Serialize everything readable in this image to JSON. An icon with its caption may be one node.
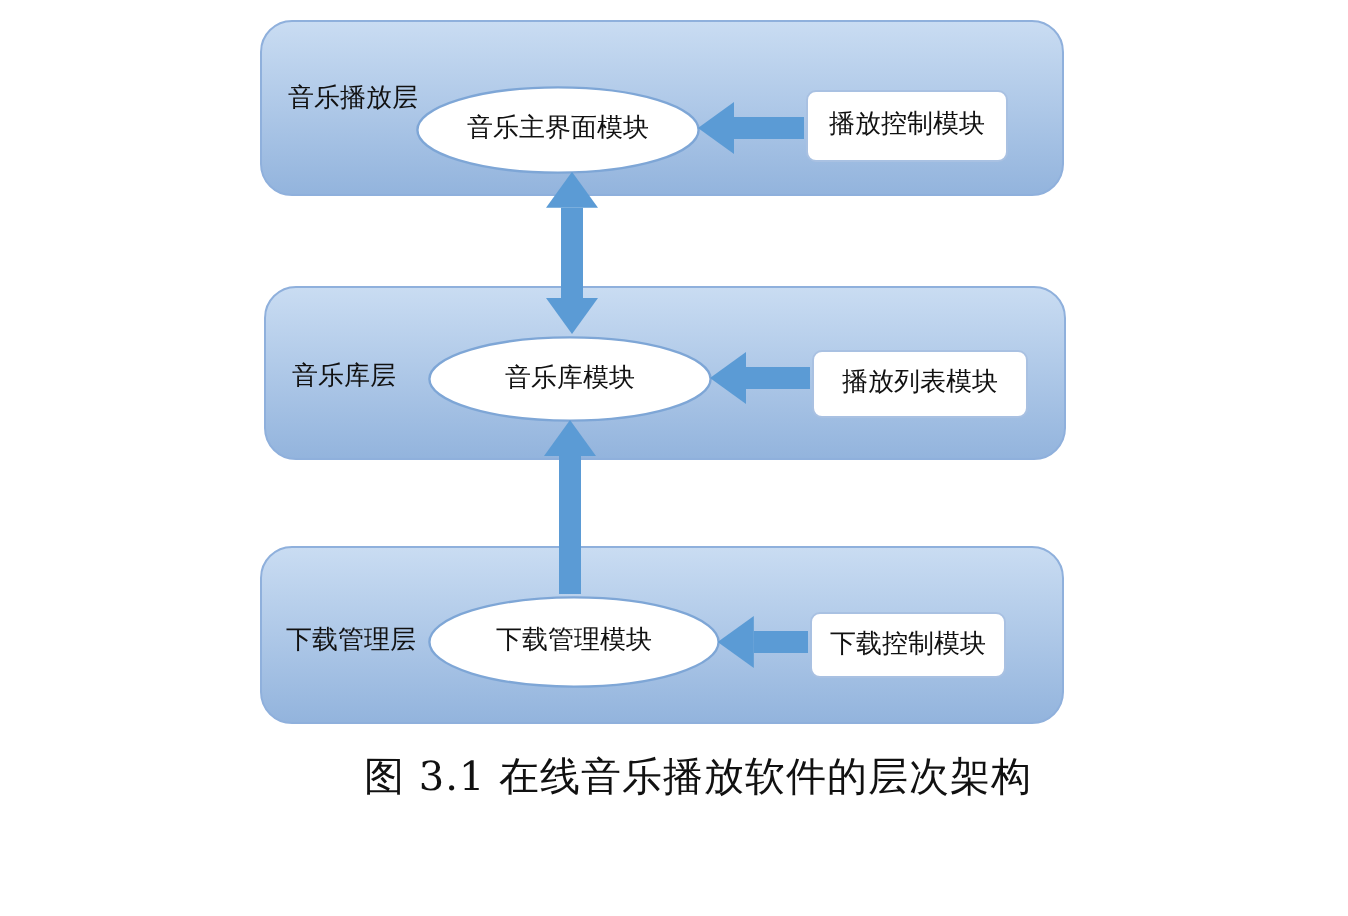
{
  "diagram": {
    "caption": "图 3.1 在线音乐播放软件的层次架构",
    "nodes": [
      {
        "text": [
          "音乐播放层"
        ]
      },
      {
        "text": [
          "音乐主界面模块"
        ],
        "in": 0
      },
      {
        "text": [
          "播放控制模块"
        ],
        "in": 0
      },
      {
        "text": [
          "音乐库层"
        ]
      },
      {
        "text": [
          "音乐库模块"
        ],
        "in": 3
      },
      {
        "text": [
          "播放列表模块"
        ],
        "in": 3
      },
      {
        "text": [
          "下载管理层"
        ]
      },
      {
        "text": [
          "下载管理模块"
        ],
        "in": 6
      },
      {
        "text": [
          "下载控制模块"
        ],
        "in": 6
      }
    ],
    "edges": [
      {
        "from": 2,
        "to": 1,
        "arrow": "to"
      },
      {
        "from": 1,
        "to": 4,
        "arrow": "both"
      },
      {
        "from": 5,
        "to": 4,
        "arrow": "to"
      },
      {
        "from": 7,
        "to": 4,
        "arrow": "to"
      },
      {
        "from": 8,
        "to": 7,
        "arrow": "to"
      }
    ]
  }
}
